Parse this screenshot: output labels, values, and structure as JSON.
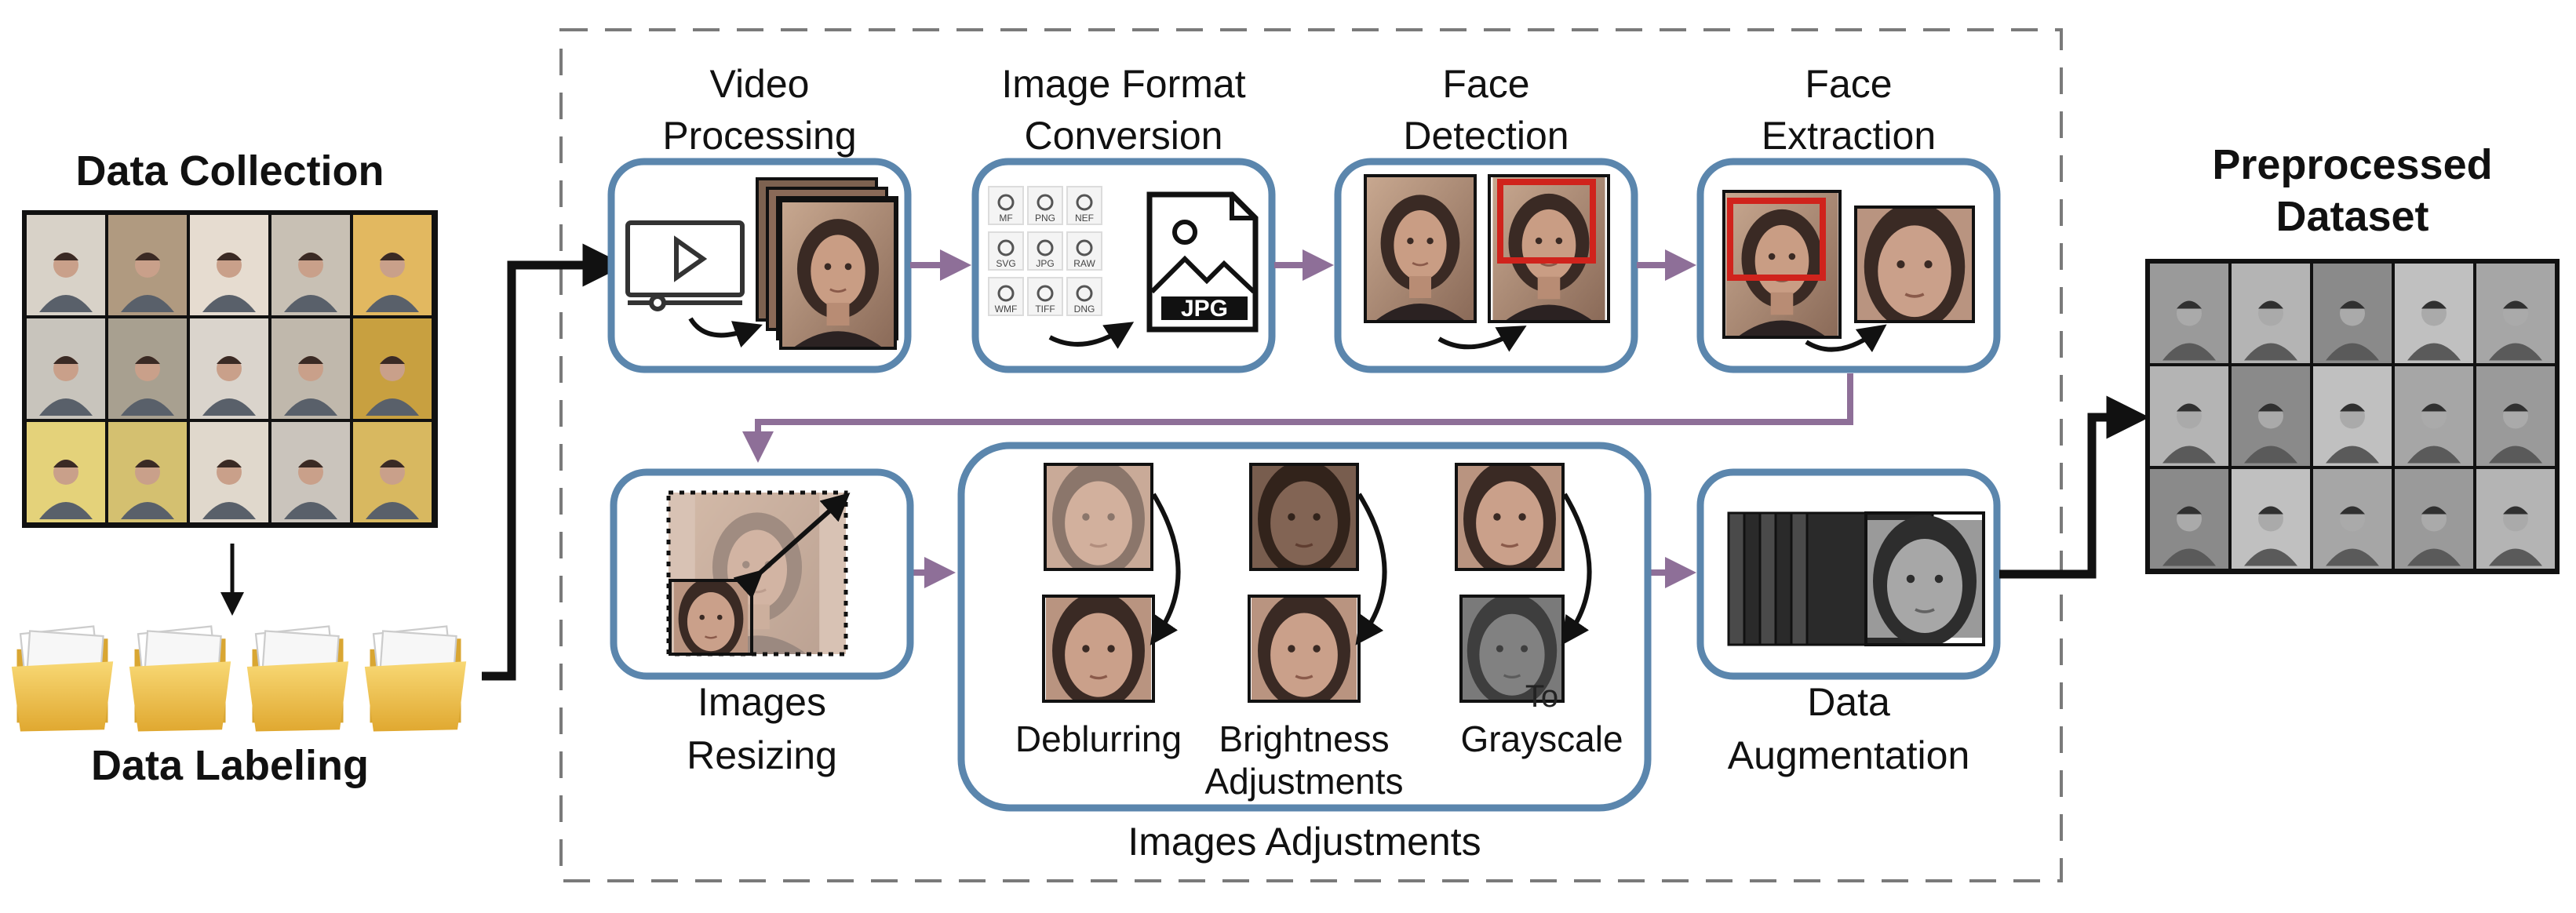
{
  "left_panel": {
    "data_collection_title": "Data Collection",
    "data_labeling_title": "Data Labeling"
  },
  "pipeline": {
    "video_processing": [
      "Video",
      "Processing"
    ],
    "image_format_conversion": [
      "Image Format",
      "Conversion"
    ],
    "face_detection": [
      "Face",
      "Detection"
    ],
    "face_extraction": [
      "Face",
      "Extraction"
    ],
    "images_resizing": [
      "Images",
      "Resizing"
    ],
    "data_augmentation": [
      "Data",
      "Augmentation"
    ],
    "images_adjustments": {
      "title": "Images Adjustments",
      "deblurring": "Deblurring",
      "brightness": [
        "Brightness",
        "Adjustments"
      ],
      "grayscale_overlay": "To",
      "grayscale": "Grayscale"
    },
    "format_icon_labels": [
      "MF",
      "PNG",
      "NEF",
      "SVG",
      "JPG",
      "RAW",
      "WMF",
      "TIFF",
      "DNG"
    ],
    "jpg_badge": "JPG"
  },
  "right_panel": {
    "preprocessed_title": [
      "Preprocessed",
      "Dataset"
    ]
  },
  "colors": {
    "box_border": "#5b86ad",
    "flow_arrow": "#8e6f98",
    "dashed_border": "#7a7a7a",
    "skin": "#c49a82",
    "hair": "#3a2a24",
    "folder": "#f0c14b",
    "detect_box": "#d0231c"
  }
}
